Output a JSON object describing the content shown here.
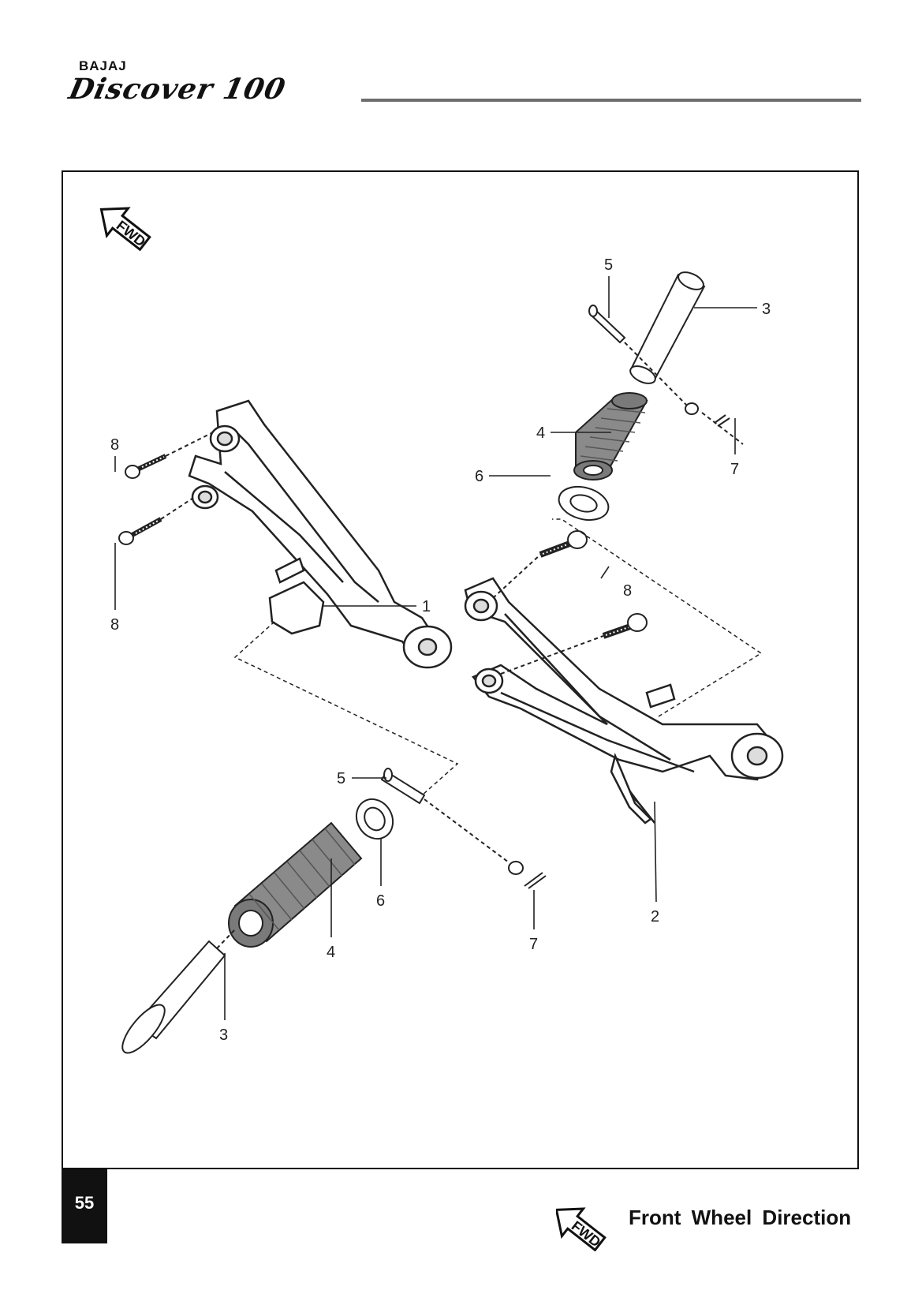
{
  "header": {
    "brand": "BAJAJ",
    "model": "Discover 100"
  },
  "diagram": {
    "fwd_mark": "FWD",
    "callouts": {
      "footrest_bracket_left": "1",
      "footrest_bracket_right": "2",
      "footrest_shaft_upper": "3",
      "footrest_shaft_lower": "3",
      "footrest_rubber_upper": "4",
      "footrest_rubber_lower": "4",
      "pin_upper": "5",
      "pin_lower": "5",
      "washer_upper": "6",
      "washer_lower": "6",
      "split_pin_upper": "7",
      "split_pin_lower": "7",
      "bolt_left_upper": "8",
      "bolt_left_lower": "8",
      "bolt_right": "8"
    }
  },
  "footer": {
    "page_number": "55",
    "legend_mark": "FWD",
    "legend_text": "Front Wheel Direction"
  }
}
